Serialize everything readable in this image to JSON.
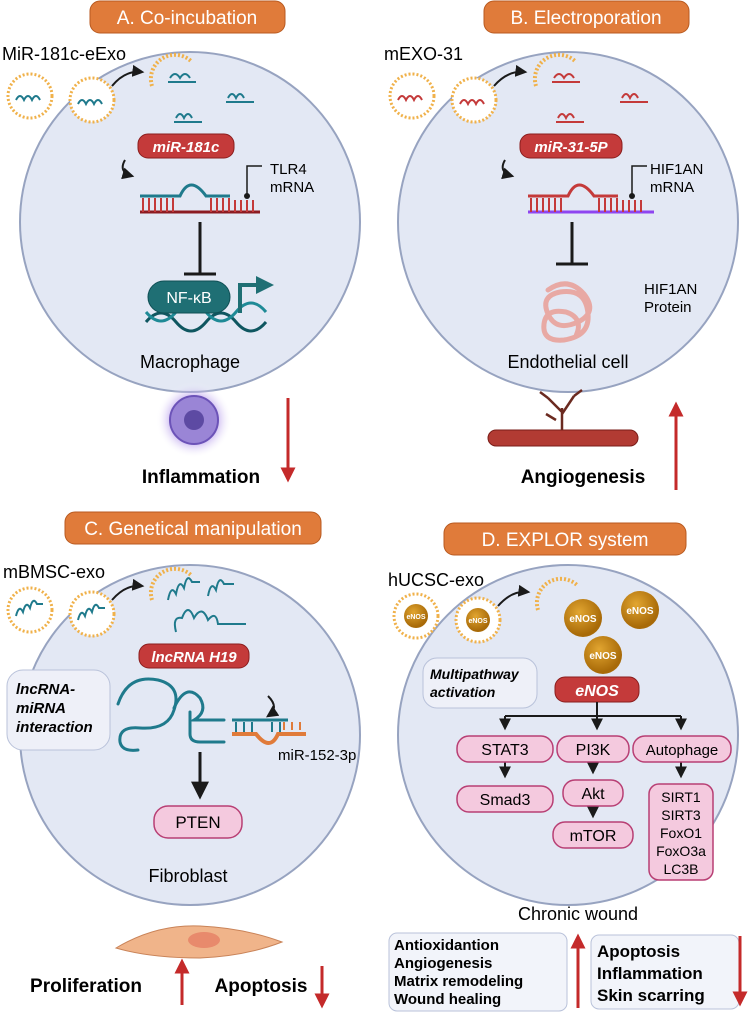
{
  "colors": {
    "banner": "#e07b3a",
    "cell_fill": "#e3e8f4",
    "cell_stroke": "#97a3c0",
    "red_pill": "#c43a3a",
    "pink_box": "#f4c9de",
    "pink_stroke": "#b83f74",
    "eNOS": "#c98a17",
    "arrow_red": "#c42a2a",
    "teal": "#1f7a8c",
    "dark_red": "#8c1b22",
    "purple": "#8f45f0",
    "side_box": "#eef0f8"
  },
  "panelA": {
    "title": "A. Co-incubation",
    "exo_label": "MiR-181c-eExo",
    "mirna": "miR-181c",
    "target": [
      "TLR4",
      "mRNA"
    ],
    "tf": "NF-κB",
    "cell": "Macrophage",
    "outcome": "Inflammation",
    "direction": "down"
  },
  "panelB": {
    "title": "B. Electroporation",
    "exo_label": "mEXO-31",
    "mirna": "miR-31-5P",
    "target": [
      "HIF1AN",
      "mRNA"
    ],
    "protein": [
      "HIF1AN",
      "Protein"
    ],
    "cell": "Endothelial cell",
    "outcome": "Angiogenesis",
    "direction": "up"
  },
  "panelC": {
    "title": "C. Genetical manipulation",
    "exo_label": "mBMSC-exo",
    "rna": "lncRNA H19",
    "side": [
      "lncRNA-",
      "miRNA",
      "interaction"
    ],
    "mirna": "miR-152-3p",
    "target": "PTEN",
    "cell": "Fibroblast",
    "outcome_up": "Proliferation",
    "outcome_down": "Apoptosis"
  },
  "panelD": {
    "title": "D. EXPLOR system",
    "exo_label": "hUCSC-exo",
    "cargo": "eNOS",
    "side": [
      "Multipathway",
      "activation"
    ],
    "hub": "eNOS",
    "pathways": [
      "STAT3",
      "PI3K",
      "Autophage"
    ],
    "stat3_target": "Smad3",
    "pi3k_chain": [
      "Akt",
      "mTOR"
    ],
    "autophagy_targets": [
      "SIRT1",
      "SIRT3",
      "FoxO1",
      "FoxO3a",
      "LC3B"
    ],
    "cell": "Chronic wound",
    "up_outcomes": [
      "Antioxidantion",
      "Angiogenesis",
      "Matrix remodeling",
      "Wound healing"
    ],
    "down_outcomes": [
      "Apoptosis",
      "Inflammation",
      "Skin scarring"
    ]
  }
}
